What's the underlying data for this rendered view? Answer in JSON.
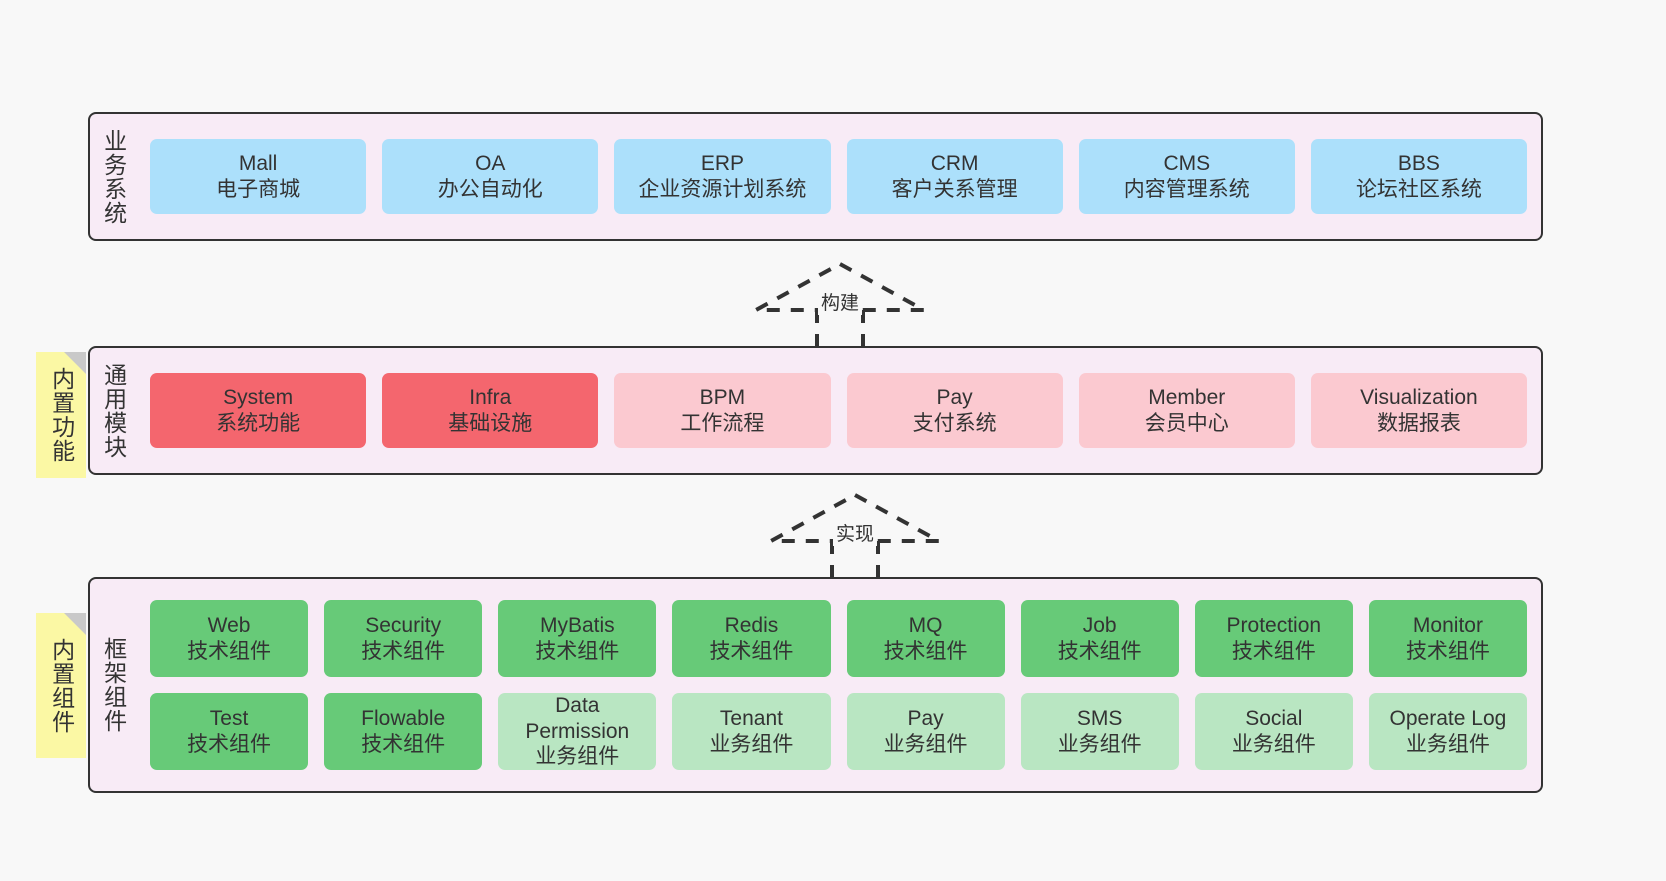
{
  "diagram": {
    "background_color": "#f8f8f8",
    "layer_background": "#f8ebf6",
    "border_color": "#333333",
    "colors": {
      "business": "#ace0fb",
      "module_core": "#f4666e",
      "module_optional": "#fbc9d0",
      "tech_component": "#67ca78",
      "biz_component": "#b9e6c2",
      "sticky": "#fbf8a4",
      "fold": "#c9c9c9"
    }
  },
  "layers": {
    "business": {
      "title": "业务系统",
      "items": [
        {
          "en": "Mall",
          "cn": "电子商城",
          "theme": "c-blue"
        },
        {
          "en": "OA",
          "cn": "办公自动化",
          "theme": "c-blue"
        },
        {
          "en": "ERP",
          "cn": "企业资源计划系统",
          "theme": "c-blue"
        },
        {
          "en": "CRM",
          "cn": "客户关系管理",
          "theme": "c-blue"
        },
        {
          "en": "CMS",
          "cn": "内容管理系统",
          "theme": "c-blue"
        },
        {
          "en": "BBS",
          "cn": "论坛社区系统",
          "theme": "c-blue"
        }
      ]
    },
    "common": {
      "title": "通用模块",
      "sticky": "内置功能",
      "items": [
        {
          "en": "System",
          "cn": "系统功能",
          "theme": "c-red"
        },
        {
          "en": "Infra",
          "cn": "基础设施",
          "theme": "c-red"
        },
        {
          "en": "BPM",
          "cn": "工作流程",
          "theme": "c-pink"
        },
        {
          "en": "Pay",
          "cn": "支付系统",
          "theme": "c-pink"
        },
        {
          "en": "Member",
          "cn": "会员中心",
          "theme": "c-pink"
        },
        {
          "en": "Visualization",
          "cn": "数据报表",
          "theme": "c-pink"
        }
      ]
    },
    "framework": {
      "title": "框架组件",
      "sticky": "内置组件",
      "row1": [
        {
          "en": "Web",
          "cn": "技术组件",
          "theme": "c-green"
        },
        {
          "en": "Security",
          "cn": "技术组件",
          "theme": "c-green"
        },
        {
          "en": "MyBatis",
          "cn": "技术组件",
          "theme": "c-green"
        },
        {
          "en": "Redis",
          "cn": "技术组件",
          "theme": "c-green"
        },
        {
          "en": "MQ",
          "cn": "技术组件",
          "theme": "c-green"
        },
        {
          "en": "Job",
          "cn": "技术组件",
          "theme": "c-green"
        },
        {
          "en": "Protection",
          "cn": "技术组件",
          "theme": "c-green"
        },
        {
          "en": "Monitor",
          "cn": "技术组件",
          "theme": "c-green"
        }
      ],
      "row2": [
        {
          "en": "Test",
          "cn": "技术组件",
          "theme": "c-green"
        },
        {
          "en": "Flowable",
          "cn": "技术组件",
          "theme": "c-green"
        },
        {
          "en": "Data Permission",
          "cn": "业务组件",
          "theme": "c-lightgreen"
        },
        {
          "en": "Tenant",
          "cn": "业务组件",
          "theme": "c-lightgreen"
        },
        {
          "en": "Pay",
          "cn": "业务组件",
          "theme": "c-lightgreen"
        },
        {
          "en": "SMS",
          "cn": "业务组件",
          "theme": "c-lightgreen"
        },
        {
          "en": "Social",
          "cn": "业务组件",
          "theme": "c-lightgreen"
        },
        {
          "en": "Operate Log",
          "cn": "业务组件",
          "theme": "c-lightgreen"
        }
      ]
    }
  },
  "connectors": [
    {
      "id": "build",
      "label": "构建",
      "from": "common",
      "to": "business"
    },
    {
      "id": "implement",
      "label": "实现",
      "from": "framework",
      "to": "common"
    }
  ]
}
